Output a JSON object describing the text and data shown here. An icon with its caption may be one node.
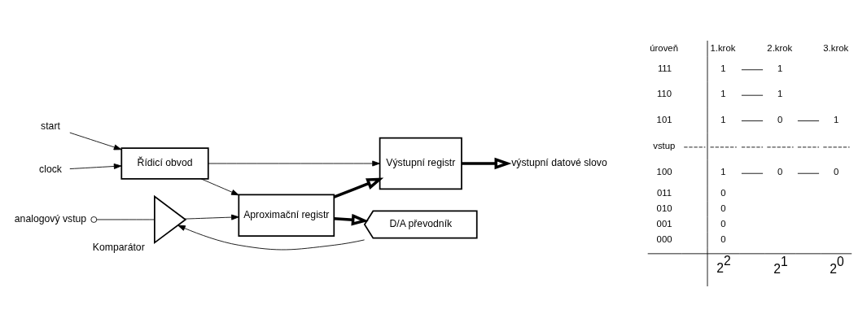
{
  "diagram": {
    "nodes": [
      {
        "text": [
          "D/A převodník"
        ]
      },
      {
        "text": [
          "Výstupní registr"
        ]
      },
      {
        "text": [
          "Komparátor"
        ]
      },
      {
        "text": [
          "Aproximační registr"
        ]
      },
      {
        "text": [
          "Řídicí obvod"
        ]
      },
      {
        "text": [
          "analogový vstup"
        ]
      },
      {
        "text": [
          "start"
        ]
      },
      {
        "text": [
          "clock"
        ]
      },
      {
        "text": [
          "výstupní datové slovo"
        ]
      }
    ],
    "edges": [
      {
        "from": 0,
        "to": 2,
        "arrow": "to"
      },
      {
        "from": 5,
        "to": 2,
        "arrow": "other"
      },
      {
        "from": 2,
        "to": 3,
        "arrow": "to"
      },
      {
        "from": 3,
        "to": 0,
        "arrow": "to",
        "style": "thick"
      },
      {
        "from": 3,
        "to": 1,
        "arrow": "to",
        "style": "thick"
      },
      {
        "from": 4,
        "to": 3,
        "arrow": "to"
      },
      {
        "from": 6,
        "to": 4,
        "arrow": "to"
      },
      {
        "from": 7,
        "to": 4,
        "arrow": "to"
      },
      {
        "from": 4,
        "to": 1,
        "arrow": "to"
      },
      {
        "from": 1,
        "to": 8,
        "arrow": "to",
        "style": "thick"
      }
    ],
    "labels": [
      "úroveň",
      "1.krok",
      "2.krok",
      "3.krok",
      "111",
      "1",
      "1",
      "110",
      "1",
      "1",
      "101",
      "1",
      "0",
      "1",
      "vstup",
      "100",
      "1",
      "0",
      "0",
      "011",
      "0",
      "010",
      "0",
      "001",
      "0",
      "000",
      "0",
      "2$^{2}$",
      "2$^{1}$",
      "2$^{0}$"
    ]
  }
}
